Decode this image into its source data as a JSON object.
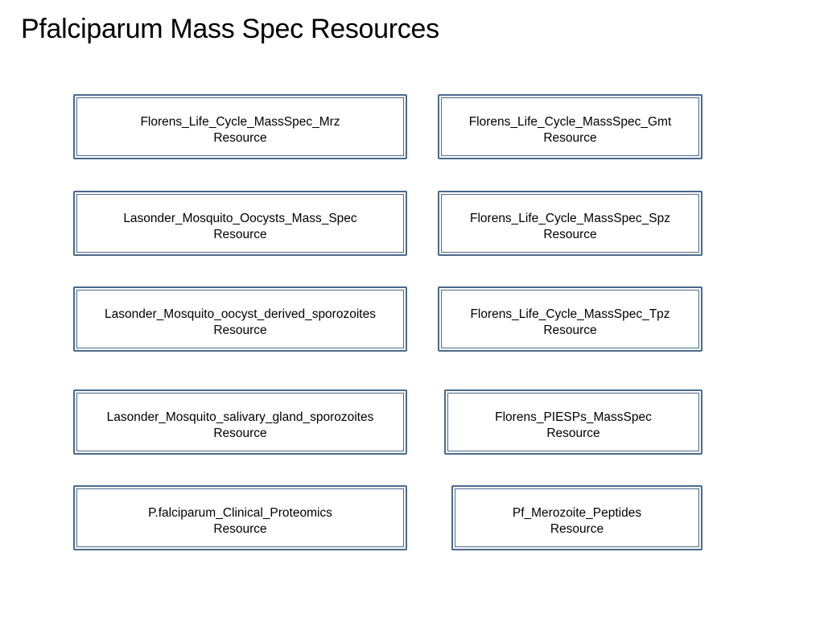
{
  "title": "Pfalciparum Mass Spec Resources",
  "resources": [
    {
      "name": "Florens_Life_Cycle_MassSpec_Mrz",
      "type": "Resource"
    },
    {
      "name": "Florens_Life_Cycle_MassSpec_Gmt",
      "type": "Resource"
    },
    {
      "name": "Lasonder_Mosquito_Oocysts_Mass_Spec",
      "type": "Resource"
    },
    {
      "name": "Florens_Life_Cycle_MassSpec_Spz",
      "type": "Resource"
    },
    {
      "name": "Lasonder_Mosquito_oocyst_derived_sporozoites",
      "type": "Resource"
    },
    {
      "name": "Florens_Life_Cycle_MassSpec_Tpz",
      "type": "Resource"
    },
    {
      "name": "Lasonder_Mosquito_salivary_gland_sporozoites",
      "type": "Resource"
    },
    {
      "name": "Florens_PIESPs_MassSpec",
      "type": "Resource"
    },
    {
      "name": "P.falciparum_Clinical_Proteomics",
      "type": "Resource"
    },
    {
      "name": "Pf_Merozoite_Peptides",
      "type": "Resource"
    }
  ],
  "colors": {
    "box_border": "#4a6a8a",
    "text": "#000000",
    "background": "#ffffff"
  }
}
